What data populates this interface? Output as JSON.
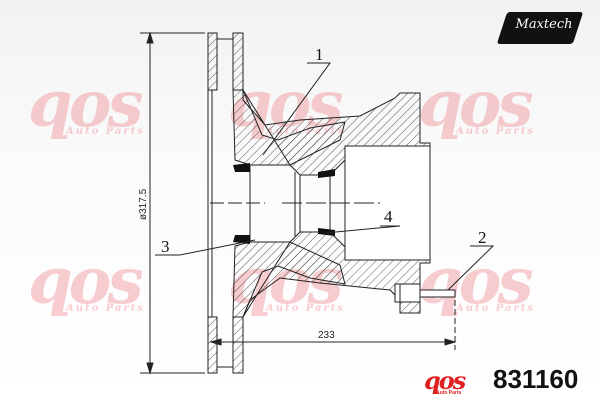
{
  "watermark": {
    "brand": "qos",
    "sub": "Auto Parts",
    "color": "#eb505a"
  },
  "logo": {
    "text": "Maxtech"
  },
  "footer": {
    "brand": "qos",
    "brand_sub": "Auto Parts",
    "part_number": "831160",
    "brand_color": "#e02020"
  },
  "drawing": {
    "diameter_label": "ø317.5",
    "length_label": "233",
    "callouts": [
      "1",
      "2",
      "3",
      "4"
    ]
  }
}
